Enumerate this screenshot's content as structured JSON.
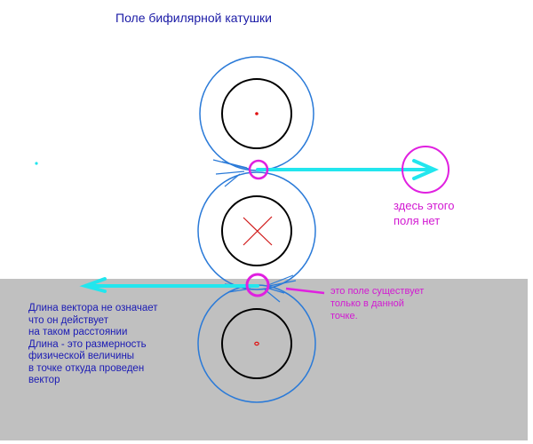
{
  "title": "Поле бифилярной катушки",
  "note_no_field": [
    "здесь этого",
    "поля нет"
  ],
  "note_field_exists": [
    "это поле существует",
    "только в данной",
    "точке."
  ],
  "note_vector_length": [
    "Длина вектора не означает",
    "что он действует",
    "на таком расстоянии",
    "Длина - это размерность",
    "физической величины",
    "в точке откуда проведен",
    "вектор"
  ],
  "colors": {
    "field_line": "#2a7ad8",
    "wire": "#000000",
    "vector": "#22e6ee",
    "marker": "#e020e0",
    "current": "#e01010",
    "text_blue": "#1a1aa6",
    "background_lower": "#c0c0c0"
  }
}
